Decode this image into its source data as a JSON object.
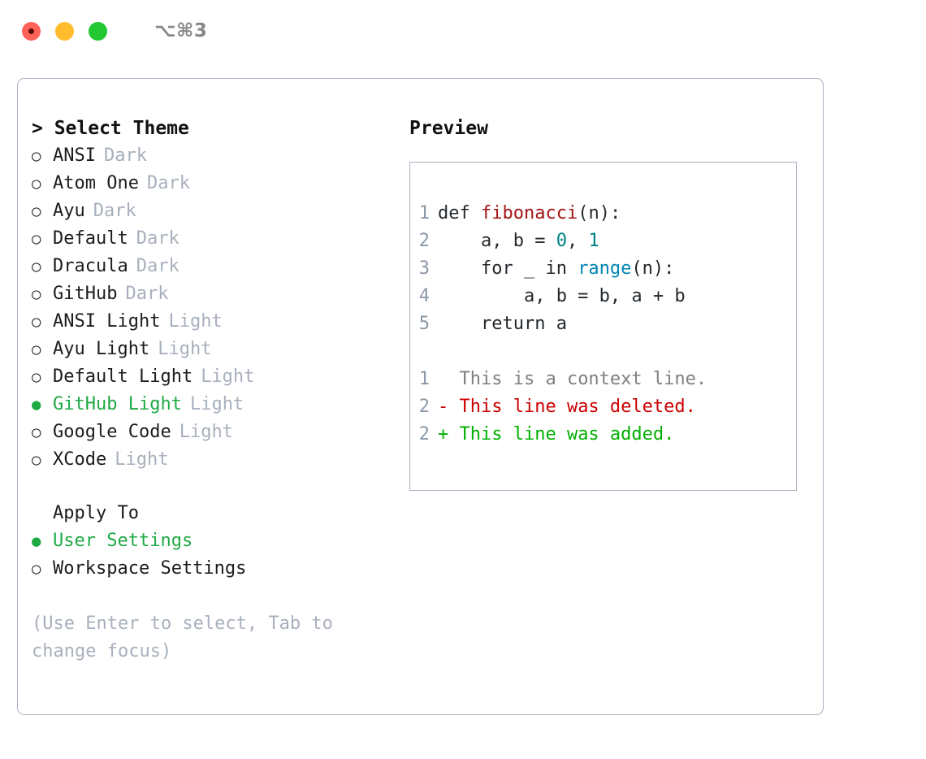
{
  "titlebar": {
    "shortcut": "⌥⌘3",
    "buttons": [
      {
        "name": "close",
        "color": "#ff6159"
      },
      {
        "name": "minimize",
        "color": "#ffbd2e"
      },
      {
        "name": "zoom",
        "color": "#21c831"
      }
    ]
  },
  "accent": {
    "selected_green": "#1faa45",
    "muted_gray": "#a8b0bd",
    "border": "#a9b3c1"
  },
  "theme_picker": {
    "heading": "> Select Theme",
    "items": [
      {
        "marker": "○",
        "label": "ANSI",
        "tag": "Dark",
        "selected": false
      },
      {
        "marker": "○",
        "label": "Atom One",
        "tag": "Dark",
        "selected": false
      },
      {
        "marker": "○",
        "label": "Ayu",
        "tag": "Dark",
        "selected": false
      },
      {
        "marker": "○",
        "label": "Default",
        "tag": "Dark",
        "selected": false
      },
      {
        "marker": "○",
        "label": "Dracula",
        "tag": "Dark",
        "selected": false
      },
      {
        "marker": "○",
        "label": "GitHub",
        "tag": "Dark",
        "selected": false
      },
      {
        "marker": "○",
        "label": "ANSI Light",
        "tag": "Light",
        "selected": false
      },
      {
        "marker": "○",
        "label": "Ayu Light",
        "tag": "Light",
        "selected": false
      },
      {
        "marker": "○",
        "label": "Default Light",
        "tag": "Light",
        "selected": false
      },
      {
        "marker": "●",
        "label": "GitHub Light",
        "tag": "Light",
        "selected": true
      },
      {
        "marker": "○",
        "label": "Google Code",
        "tag": "Light",
        "selected": false
      },
      {
        "marker": "○",
        "label": "XCode",
        "tag": "Light",
        "selected": false
      }
    ]
  },
  "apply_to": {
    "heading": "Apply To",
    "items": [
      {
        "marker": "●",
        "label": "User Settings",
        "selected": true
      },
      {
        "marker": "○",
        "label": "Workspace Settings",
        "selected": false
      }
    ]
  },
  "hint": "(Use Enter to select, Tab to change focus)",
  "preview": {
    "heading": "Preview",
    "code_lines": [
      {
        "ln": "1",
        "segments": [
          {
            "text": "def ",
            "cls": "tok-kw"
          },
          {
            "text": "fibonacci",
            "cls": "tok-fn"
          },
          {
            "text": "(n):",
            "cls": "code-body"
          }
        ]
      },
      {
        "ln": "2",
        "segments": [
          {
            "text": "    a, b = ",
            "cls": "code-body"
          },
          {
            "text": "0",
            "cls": "tok-num"
          },
          {
            "text": ", ",
            "cls": "code-body"
          },
          {
            "text": "1",
            "cls": "tok-num"
          }
        ]
      },
      {
        "ln": "3",
        "segments": [
          {
            "text": "    for _ in ",
            "cls": "code-body"
          },
          {
            "text": "range",
            "cls": "tok-call"
          },
          {
            "text": "(n):",
            "cls": "code-body"
          }
        ]
      },
      {
        "ln": "4",
        "segments": [
          {
            "text": "        a, b = b, a + b",
            "cls": "code-body"
          }
        ]
      },
      {
        "ln": "5",
        "segments": [
          {
            "text": "    return a",
            "cls": "code-body"
          }
        ]
      }
    ],
    "diff_lines": [
      {
        "ln": "1",
        "marker": " ",
        "text": " This is a context line.",
        "cls": "diff-ctx"
      },
      {
        "ln": "2",
        "marker": "-",
        "text": " This line was deleted.",
        "cls": "diff-del"
      },
      {
        "ln": "2",
        "marker": "+",
        "text": " This line was added.",
        "cls": "diff-add"
      }
    ]
  }
}
